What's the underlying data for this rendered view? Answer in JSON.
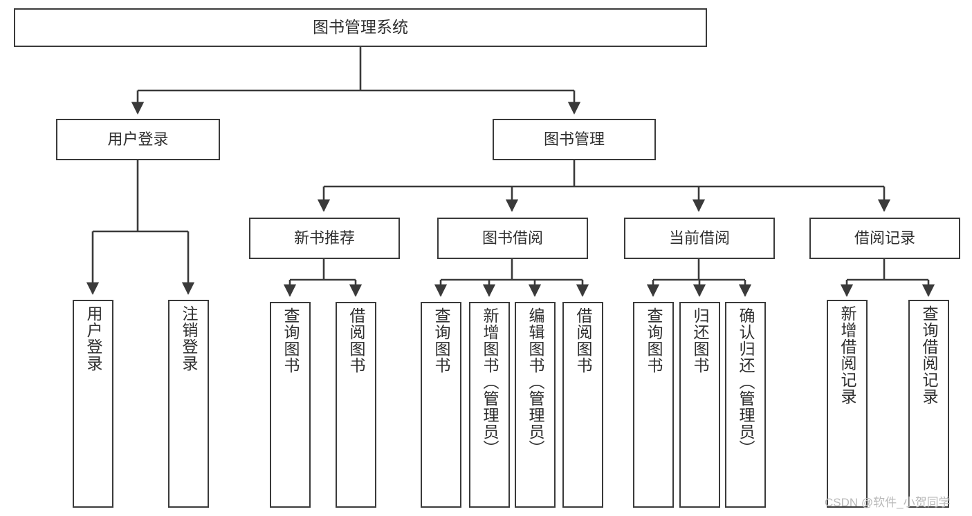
{
  "diagram": {
    "type": "tree-hierarchy",
    "title": "图书管理系统",
    "watermark": "CSDN @软件_小贺同学",
    "colors": {
      "box_border": "#3a3a3a",
      "box_fill": "#ffffff",
      "edge": "#3a3a3a",
      "text": "#2f2f2f",
      "watermark": "#b9b9b9",
      "background": "#ffffff"
    },
    "levels": {
      "root": {
        "label": "图书管理系统"
      },
      "level1": [
        {
          "label": "用户登录"
        },
        {
          "label": "图书管理"
        }
      ],
      "level2": [
        {
          "label": "新书推荐",
          "parent": "图书管理"
        },
        {
          "label": "图书借阅",
          "parent": "图书管理"
        },
        {
          "label": "当前借阅",
          "parent": "图书管理"
        },
        {
          "label": "借阅记录",
          "parent": "图书管理"
        }
      ],
      "leaves": {
        "用户登录": [
          {
            "label": "用户登录"
          },
          {
            "label": "注销登录"
          }
        ],
        "新书推荐": [
          {
            "label": "查询图书"
          },
          {
            "label": "借阅图书"
          }
        ],
        "图书借阅": [
          {
            "label": "查询图书"
          },
          {
            "label": "新增图书（管理员）"
          },
          {
            "label": "编辑图书（管理员）"
          },
          {
            "label": "借阅图书"
          }
        ],
        "当前借阅": [
          {
            "label": "查询图书"
          },
          {
            "label": "归还图书"
          },
          {
            "label": "确认归还（管理员）"
          }
        ],
        "借阅记录": [
          {
            "label": "新增借阅记录"
          },
          {
            "label": "查询借阅记录"
          }
        ]
      }
    }
  }
}
